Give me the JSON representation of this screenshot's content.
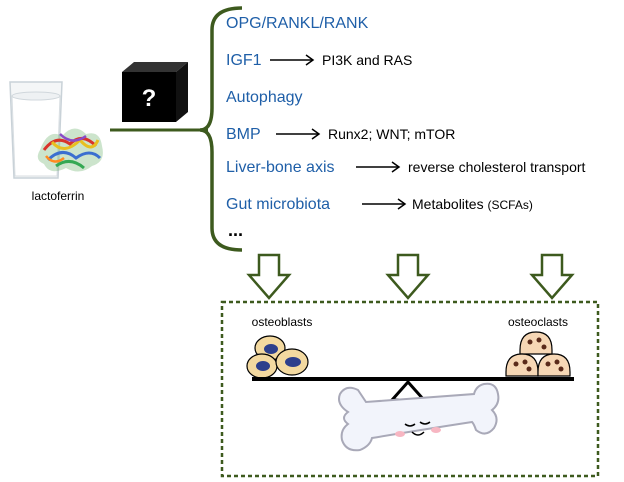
{
  "source": {
    "label": "lactoferrin"
  },
  "black_box": {
    "symbol": "?"
  },
  "pathways": [
    {
      "name": "OPG/RANKL/RANK",
      "target": "",
      "target_suffix": ""
    },
    {
      "name": "IGF1",
      "target": "PI3K and RAS",
      "target_suffix": ""
    },
    {
      "name": "Autophagy",
      "target": "",
      "target_suffix": ""
    },
    {
      "name": "BMP",
      "target": "Runx2; WNT; mTOR",
      "target_suffix": ""
    },
    {
      "name": "Liver-bone axis",
      "target": "reverse cholesterol transport",
      "target_suffix": ""
    },
    {
      "name": "Gut microbiota",
      "target": "Metabolites ",
      "target_suffix": "(SCFAs)"
    }
  ],
  "ellipsis": "...",
  "balance": {
    "left_label": "osteoblasts",
    "right_label": "osteoclasts"
  },
  "colors": {
    "bracket": "#3d5a1e",
    "arrow_outline": "#3d5a1e",
    "pathway_text": "#1f5fa8",
    "dashed_border": "#3d5a1e"
  }
}
